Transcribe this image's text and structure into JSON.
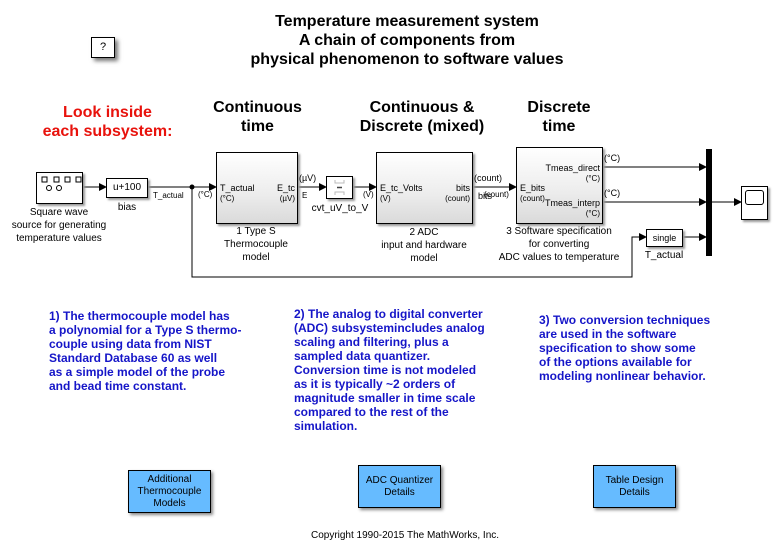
{
  "title": {
    "line1": "Temperature measurement system",
    "line2": "A chain of components from",
    "line3": "physical phenomenon to software values"
  },
  "help_button": "?",
  "headings": {
    "look_inside_1": "Look inside",
    "look_inside_2": "each subsystem:",
    "continuous_1": "Continuous",
    "continuous_2": "time",
    "mixed_1": "Continuous &",
    "mixed_2": "Discrete (mixed)",
    "discrete_1": "Discrete",
    "discrete_2": "time"
  },
  "blocks": {
    "square_wave": {
      "label_1": "Square wave",
      "label_2": "source for generating",
      "label_3": "temperature values"
    },
    "bias": {
      "text": "u+100",
      "label": "bias"
    },
    "thermocouple": {
      "in_port": "T_actual",
      "in_unit": "(°C)",
      "out_port": "E_tc",
      "out_unit": "(µV)",
      "label_1": "1 Type S",
      "label_2": "Thermocouple",
      "label_3": "model"
    },
    "cvt": {
      "label": "cvt_uV_to_V"
    },
    "adc": {
      "in_port": "E_tc_Volts",
      "in_unit": "(V)",
      "out_port": "bits",
      "out_unit": "(count)",
      "label_1": "2 ADC",
      "label_2": "input and hardware",
      "label_3": "model"
    },
    "software": {
      "in_port": "E_bits",
      "in_unit": "(count)",
      "out1_port": "Tmeas_direct",
      "out1_unit": "(°C)",
      "out2_port": "Tmeas_interp",
      "out2_unit": "(°C)",
      "label_1": "3 Software specification",
      "label_2": "for converting",
      "label_3": "ADC values to temperature"
    },
    "single": {
      "text": "single",
      "label": "T_actual"
    }
  },
  "signals": {
    "t_actual": "T_actual",
    "t_actual_unit": "(°C)",
    "e_unit": "(µV)",
    "e_name": "E",
    "v_unit": "(V)",
    "count_unit": "(count)",
    "bits_name": "bits",
    "count_unit_2": "(count)",
    "out1_unit": "(°C)",
    "out2_unit": "(°C)"
  },
  "notes": {
    "note1": [
      "1) The thermocouple model has",
      "a polynomial for a Type S thermo-",
      "couple using data from NIST",
      "Standard Database 60 as well",
      "as a simple model of the probe",
      "and bead time constant."
    ],
    "note2": [
      "2) The analog to digital converter",
      "(ADC) subsystemincludes analog",
      "scaling and filtering, plus a",
      "sampled data quantizer.",
      "Conversion time is not modeled",
      "as it is typically ~2 orders of",
      "magnitude smaller in time scale",
      "compared to the rest of the",
      "simulation."
    ],
    "note3": [
      "3) Two conversion techniques",
      "are used  in the software",
      "specification to show some",
      "of the options available for",
      "modeling nonlinear behavior."
    ]
  },
  "buttons": {
    "thermocouple_models": [
      "Additional",
      "Thermocouple",
      "Models"
    ],
    "adc_quantizer": [
      "ADC Quantizer",
      "Details"
    ],
    "table_design": [
      "Table Design",
      "Details"
    ]
  },
  "copyright": "Copyright 1990-2015 The MathWorks, Inc."
}
